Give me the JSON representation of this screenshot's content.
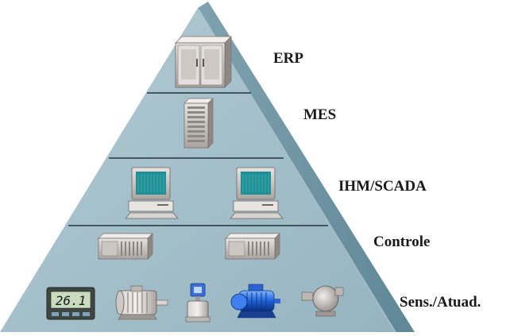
{
  "pyramid": {
    "levels": [
      {
        "id": "erp",
        "label": "ERP",
        "devices": [
          "server-cabinet"
        ]
      },
      {
        "id": "mes",
        "label": "MES",
        "devices": [
          "tower-server"
        ]
      },
      {
        "id": "ihm-scada",
        "label": "IHM/SCADA",
        "devices": [
          "desktop-computer",
          "desktop-computer"
        ]
      },
      {
        "id": "controle",
        "label": "Controle",
        "devices": [
          "plc-controller",
          "plc-controller"
        ]
      },
      {
        "id": "sensores",
        "label": "Sens./Atuad.",
        "devices": [
          "digital-meter",
          "electric-motor",
          "flow-transmitter",
          "pump-motor",
          "centrifugal-pump"
        ]
      }
    ],
    "meter_reading": "26.1",
    "colors": {
      "front_face": "#9fbcc7",
      "side_face": "#6d93a2",
      "divider": "#23343c",
      "screen": "#1f8f95"
    }
  }
}
